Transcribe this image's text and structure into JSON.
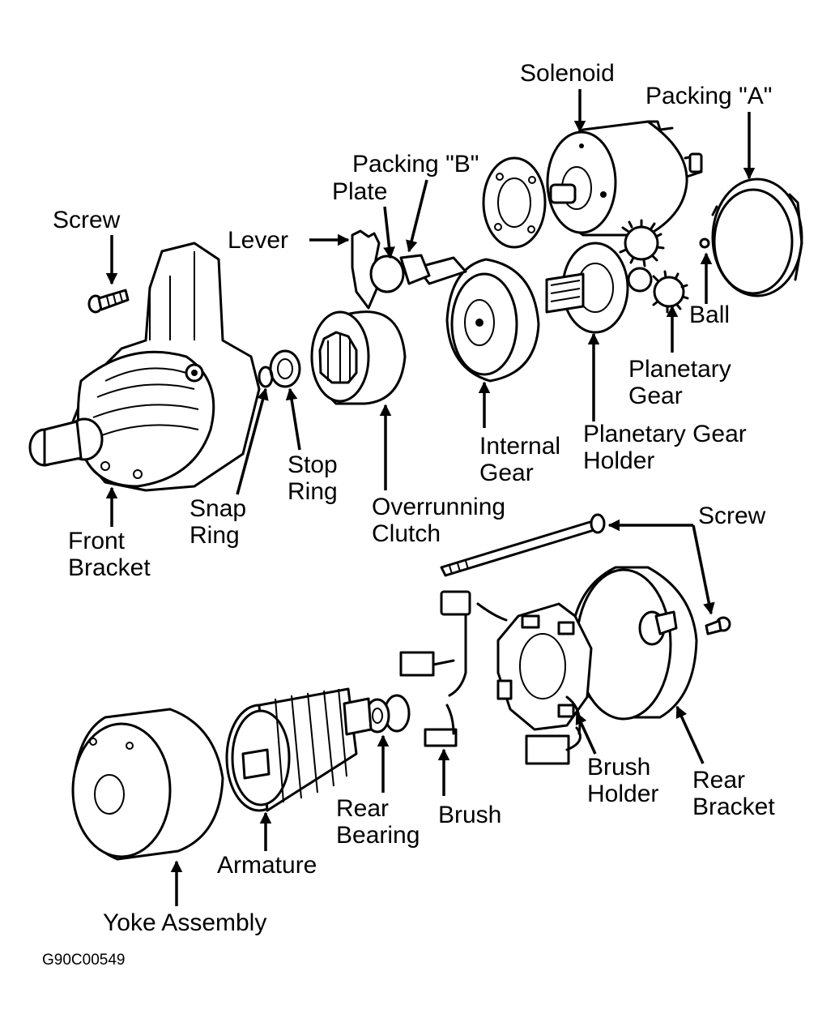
{
  "diagram": {
    "labels": {
      "solenoid": "Solenoid",
      "packing_a": "Packing \"A\"",
      "packing_b": "Packing \"B\"",
      "plate": "Plate",
      "screw_top": "Screw",
      "lever": "Lever",
      "ball": "Ball",
      "planetary_gear_line1": "Planetary",
      "planetary_gear_line2": "Gear",
      "planetary_gear_holder_line1": "Planetary Gear",
      "planetary_gear_holder_line2": "Holder",
      "internal_gear_line1": "Internal",
      "internal_gear_line2": "Gear",
      "stop_ring_line1": "Stop",
      "stop_ring_line2": "Ring",
      "snap_ring_line1": "Snap",
      "snap_ring_line2": "Ring",
      "overrunning_clutch_line1": "Overrunning",
      "overrunning_clutch_line2": "Clutch",
      "front_bracket_line1": "Front",
      "front_bracket_line2": "Bracket",
      "screw_bottom": "Screw",
      "brush_holder_line1": "Brush",
      "brush_holder_line2": "Holder",
      "rear_bracket_line1": "Rear",
      "rear_bracket_line2": "Bracket",
      "rear_bearing_line1": "Rear",
      "rear_bearing_line2": "Bearing",
      "brush": "Brush",
      "armature": "Armature",
      "yoke_assembly": "Yoke Assembly"
    },
    "figure_code": "G90C00549"
  }
}
